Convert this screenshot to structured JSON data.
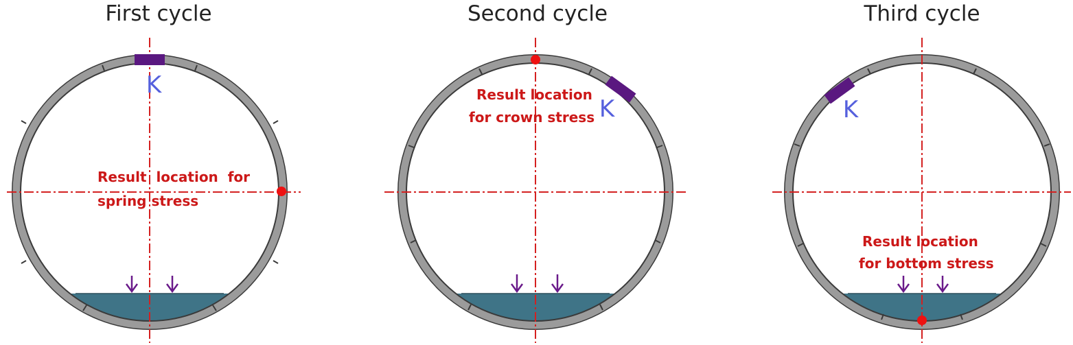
{
  "colors": {
    "ring": "#9b9b9b",
    "ring_edge": "#3a3a3a",
    "center_line": "#d42020",
    "note_text": "#cc1818",
    "key_segment": "#5a1880",
    "key_label": "#5560dd",
    "water": "#3f7487",
    "arrow": "#6a1a8a",
    "result_point": "#ee1111"
  },
  "icons": {
    "load_arrow": "down-arrow-icon",
    "result_point": "result-point-marker"
  },
  "diagrams": [
    {
      "title": "First cycle",
      "key_label": "K",
      "note_lines": [
        "Result  location  for",
        "spring stress"
      ]
    },
    {
      "title": "Second cycle",
      "key_label": "K",
      "note_lines": [
        "Result location",
        "for crown stress"
      ]
    },
    {
      "title": "Third cycle",
      "key_label": "K",
      "note_lines": [
        "Result location",
        "for bottom stress"
      ]
    }
  ]
}
